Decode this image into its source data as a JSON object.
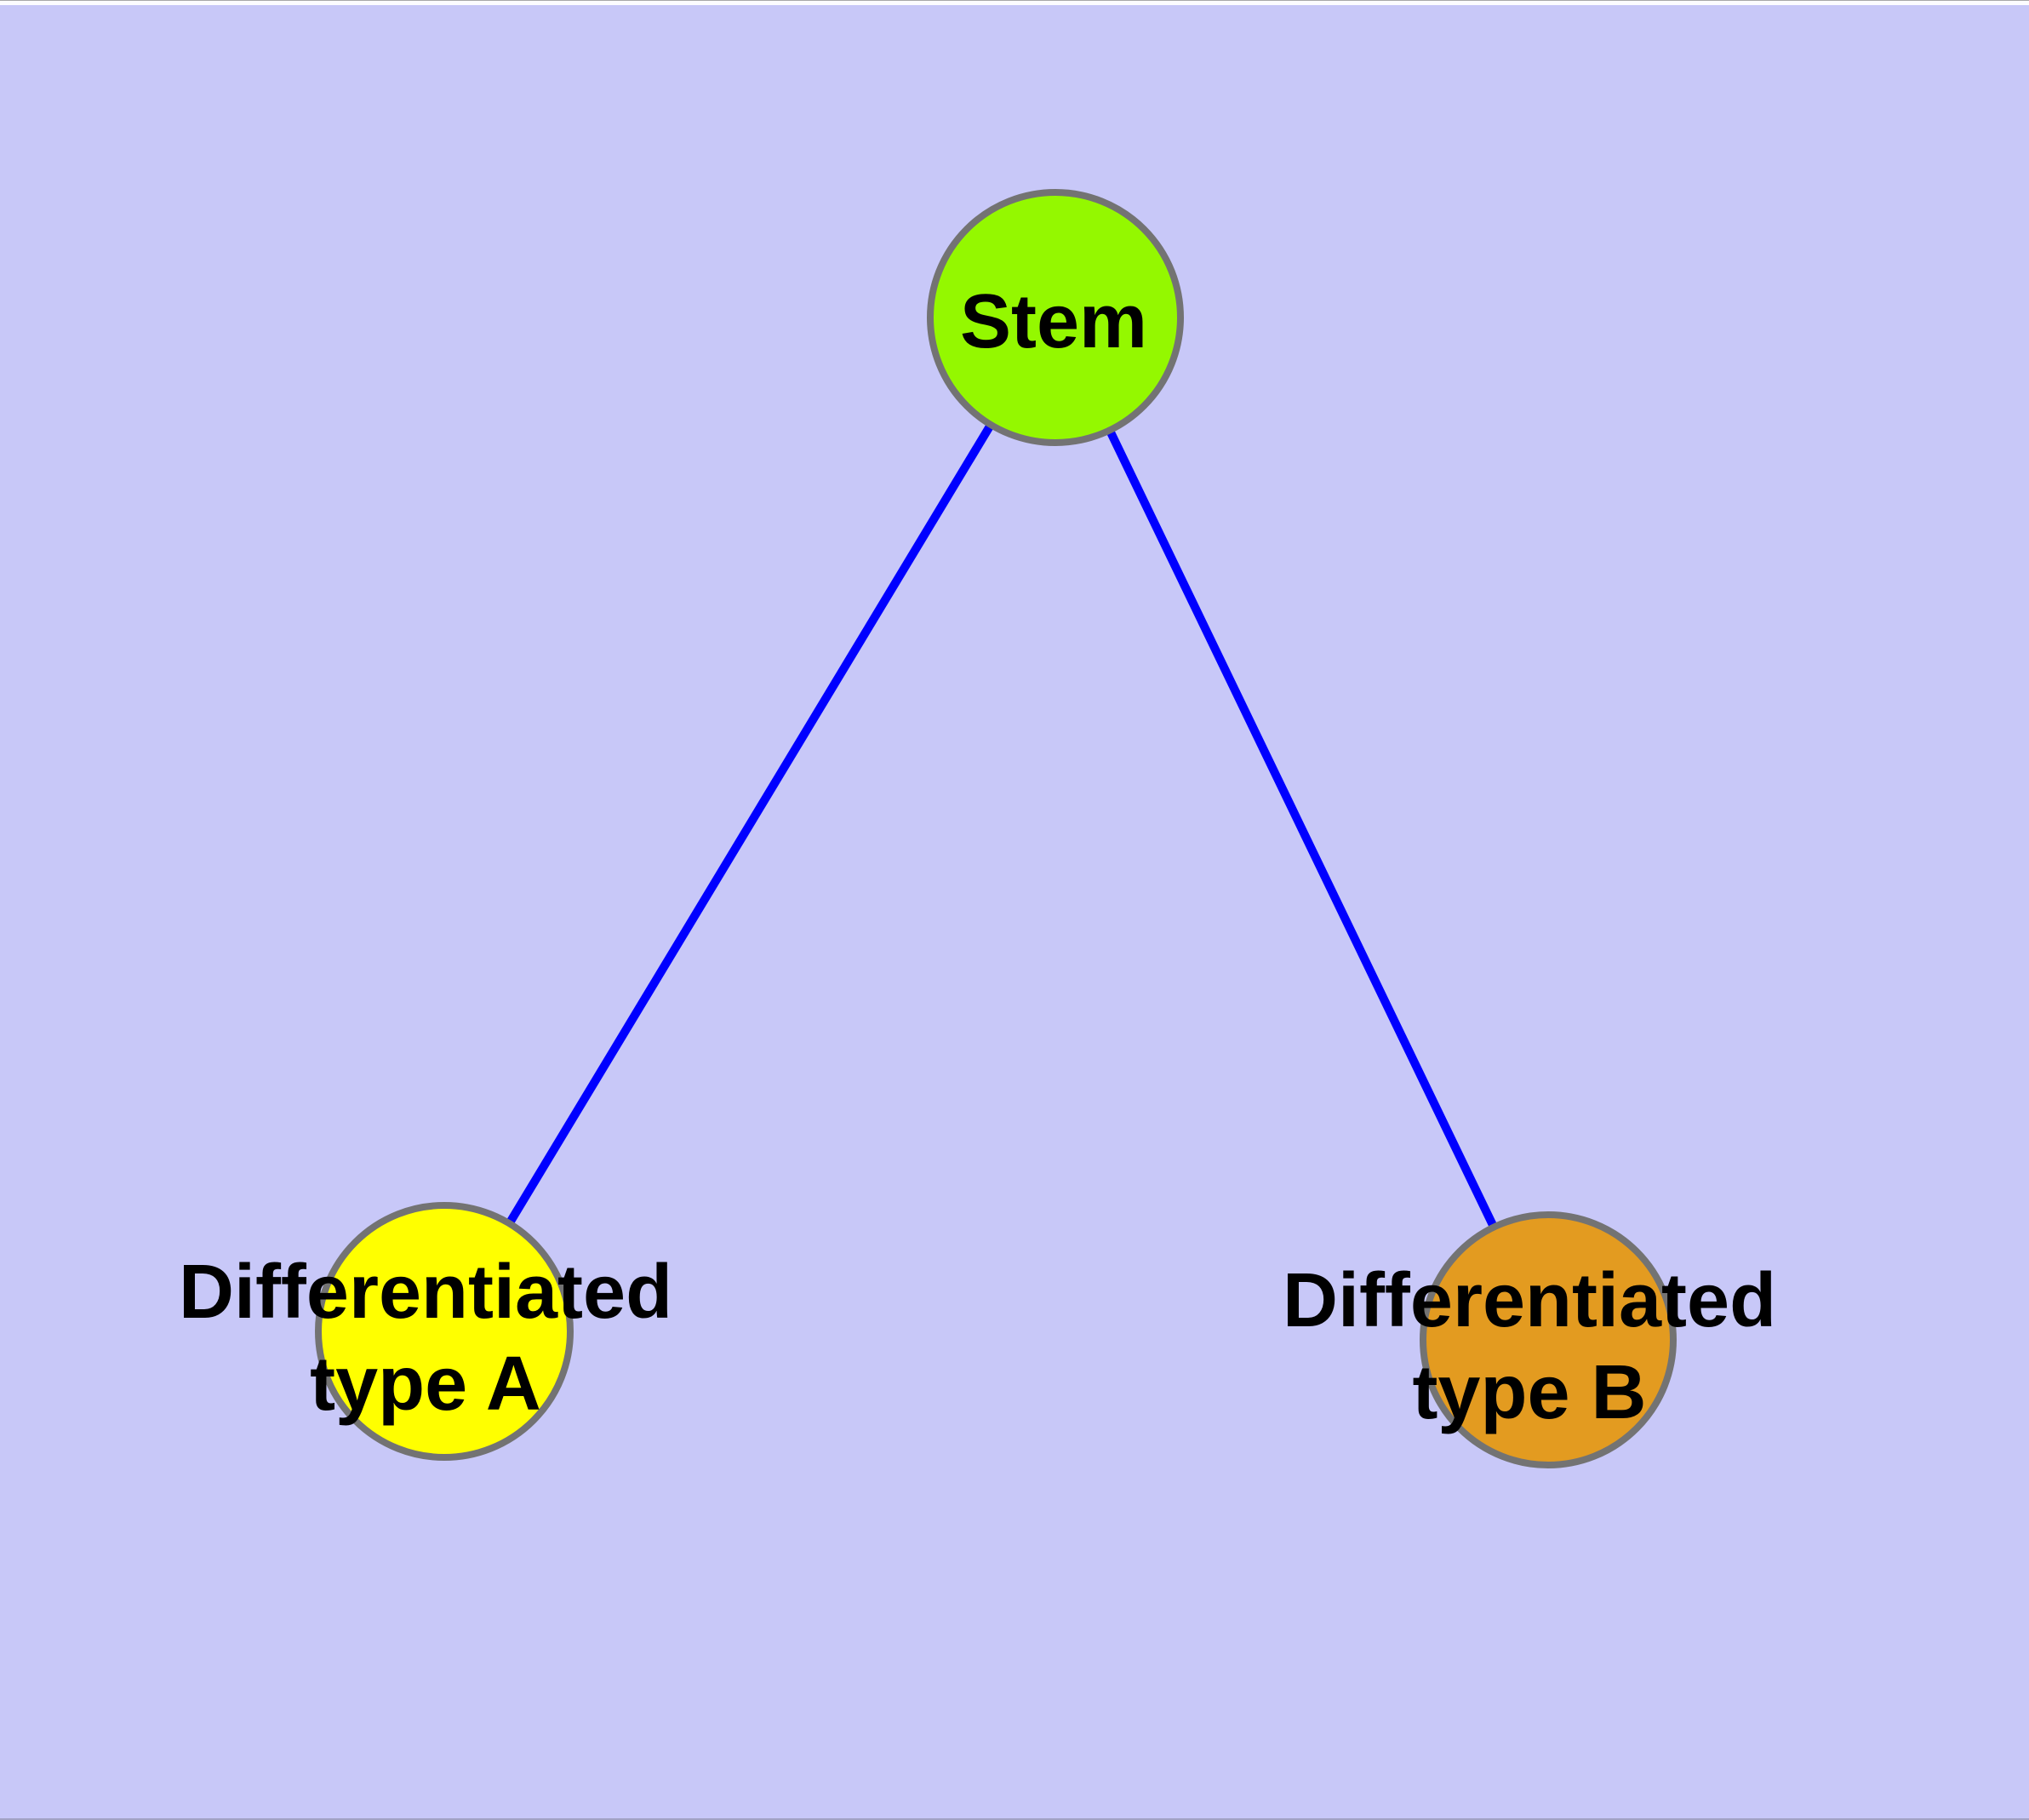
{
  "diagram": {
    "nodes": [
      {
        "id": "stem",
        "label_line1": "Stem",
        "label_line2": "",
        "fill": "#94f800"
      },
      {
        "id": "type-a",
        "label_line1": "Differentiated",
        "label_line2": "type A",
        "fill": "#ffff00"
      },
      {
        "id": "type-b",
        "label_line1": "Differentiated",
        "label_line2": "type B",
        "fill": "#e39b20"
      }
    ],
    "edges": [
      {
        "from": "Stem",
        "to": "Differentiated type A"
      },
      {
        "from": "Stem",
        "to": "Differentiated type B"
      }
    ],
    "colors": {
      "background": "#c8c8f8",
      "node_border": "#737373",
      "edge": "#0000ff",
      "label": "#000000",
      "stem_fill": "#94f800",
      "type_a_fill": "#ffff00",
      "type_b_fill": "#e39b20"
    }
  }
}
